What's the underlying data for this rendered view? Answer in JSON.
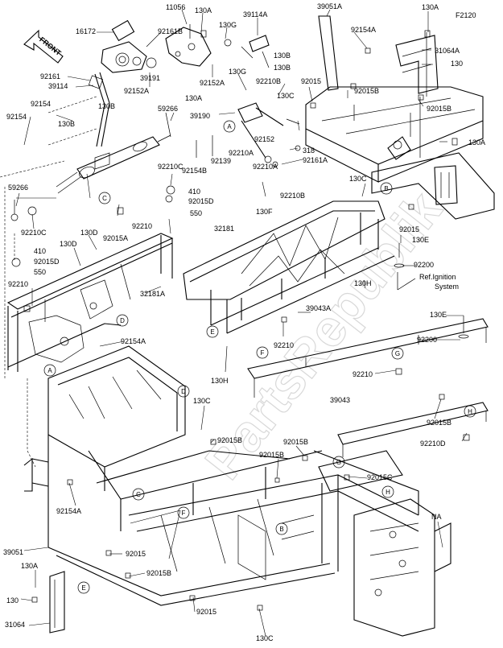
{
  "figure_code": "F2120",
  "front_arrow_label": "FRONT",
  "reference_note": [
    "Ref.Ignition",
    "System"
  ],
  "callout_letters": [
    "A",
    "B",
    "C",
    "D",
    "E",
    "F",
    "G",
    "H"
  ],
  "part_labels": [
    {
      "id": "p16172",
      "text": "16172"
    },
    {
      "id": "p92161B",
      "text": "92161B"
    },
    {
      "id": "p11056",
      "text": "11056"
    },
    {
      "id": "p130A_top",
      "text": "130A"
    },
    {
      "id": "p130G",
      "text": "130G"
    },
    {
      "id": "p39114A",
      "text": "39114A"
    },
    {
      "id": "p39051A",
      "text": "39051A"
    },
    {
      "id": "p130A_tr",
      "text": "130A"
    },
    {
      "id": "p92154A_tr",
      "text": "92154A"
    },
    {
      "id": "p31064A",
      "text": "31064A"
    },
    {
      "id": "p130_tr",
      "text": "130"
    },
    {
      "id": "p130B_a",
      "text": "130B"
    },
    {
      "id": "p130B_b",
      "text": "130B"
    },
    {
      "id": "p92161",
      "text": "92161"
    },
    {
      "id": "p39114",
      "text": "39114"
    },
    {
      "id": "p92152A_a",
      "text": "92152A"
    },
    {
      "id": "p92152A_b",
      "text": "92152A"
    },
    {
      "id": "p39191",
      "text": "39191"
    },
    {
      "id": "p130G_b",
      "text": "130G"
    },
    {
      "id": "p92210B_a",
      "text": "92210B"
    },
    {
      "id": "p92015_a",
      "text": "92015"
    },
    {
      "id": "p92015B_a",
      "text": "92015B"
    },
    {
      "id": "p130B_c",
      "text": "130B"
    },
    {
      "id": "p130A_mid",
      "text": "130A"
    },
    {
      "id": "p130C_a",
      "text": "130C"
    },
    {
      "id": "p92015B_b",
      "text": "92015B"
    },
    {
      "id": "p92154_a",
      "text": "92154"
    },
    {
      "id": "p130B_d",
      "text": "130B"
    },
    {
      "id": "p59266_a",
      "text": "59266"
    },
    {
      "id": "p39190",
      "text": "39190"
    },
    {
      "id": "p92154_b",
      "text": "92154"
    },
    {
      "id": "p92210A",
      "text": "92210A"
    },
    {
      "id": "p92152",
      "text": "92152"
    },
    {
      "id": "p318",
      "text": "318"
    },
    {
      "id": "p130A_r",
      "text": "130A"
    },
    {
      "id": "p92161A",
      "text": "92161A"
    },
    {
      "id": "p92139",
      "text": "92139"
    },
    {
      "id": "p92154B",
      "text": "92154B"
    },
    {
      "id": "p92210C_a",
      "text": "92210C"
    },
    {
      "id": "p92210A_b",
      "text": "92210A"
    },
    {
      "id": "p130C_b",
      "text": "130C"
    },
    {
      "id": "p59266_b",
      "text": "59266"
    },
    {
      "id": "p410_a",
      "text": "410"
    },
    {
      "id": "p92015D_a",
      "text": "92015D"
    },
    {
      "id": "p550_a",
      "text": "550"
    },
    {
      "id": "p92210B_b",
      "text": "92210B"
    },
    {
      "id": "p130F",
      "text": "130F"
    },
    {
      "id": "p92015_b",
      "text": "92015"
    },
    {
      "id": "p92210C_b",
      "text": "92210C"
    },
    {
      "id": "p92015A",
      "text": "92015A"
    },
    {
      "id": "p92210_a",
      "text": "92210"
    },
    {
      "id": "p32181",
      "text": "32181"
    },
    {
      "id": "p130E_a",
      "text": "130E"
    },
    {
      "id": "p130D_a",
      "text": "130D"
    },
    {
      "id": "p130D_b",
      "text": "130D"
    },
    {
      "id": "p410_b",
      "text": "410"
    },
    {
      "id": "p92015D_b",
      "text": "92015D"
    },
    {
      "id": "p550_b",
      "text": "550"
    },
    {
      "id": "p92200_a",
      "text": "92200"
    },
    {
      "id": "p92210_b",
      "text": "92210"
    },
    {
      "id": "p130H_a",
      "text": "130H"
    },
    {
      "id": "p32181A",
      "text": "32181A"
    },
    {
      "id": "p39043A",
      "text": "39043A"
    },
    {
      "id": "p92154A_mid",
      "text": "92154A"
    },
    {
      "id": "p92210_c",
      "text": "92210"
    },
    {
      "id": "p130E_b",
      "text": "130E"
    },
    {
      "id": "p92200_b",
      "text": "92200"
    },
    {
      "id": "p130H_b",
      "text": "130H"
    },
    {
      "id": "p92210_d",
      "text": "92210"
    },
    {
      "id": "p130C_c",
      "text": "130C"
    },
    {
      "id": "p39043",
      "text": "39043"
    },
    {
      "id": "p92015B_c",
      "text": "92015B"
    },
    {
      "id": "p92015B_d",
      "text": "92015B"
    },
    {
      "id": "p92015B_e",
      "text": "92015B"
    },
    {
      "id": "p92210D",
      "text": "92210D"
    },
    {
      "id": "p92015B_f",
      "text": "92015B"
    },
    {
      "id": "p92015C",
      "text": "92015C"
    },
    {
      "id": "p92154A_low",
      "text": "92154A"
    },
    {
      "id": "pNA",
      "text": "NA"
    },
    {
      "id": "p39051",
      "text": "39051"
    },
    {
      "id": "p92015_c",
      "text": "92015"
    },
    {
      "id": "p130A_bl",
      "text": "130A"
    },
    {
      "id": "p92015B_g",
      "text": "92015B"
    },
    {
      "id": "p130_bl",
      "text": "130"
    },
    {
      "id": "p92015_d",
      "text": "92015"
    },
    {
      "id": "p31064",
      "text": "31064"
    },
    {
      "id": "p130C_d",
      "text": "130C"
    }
  ]
}
